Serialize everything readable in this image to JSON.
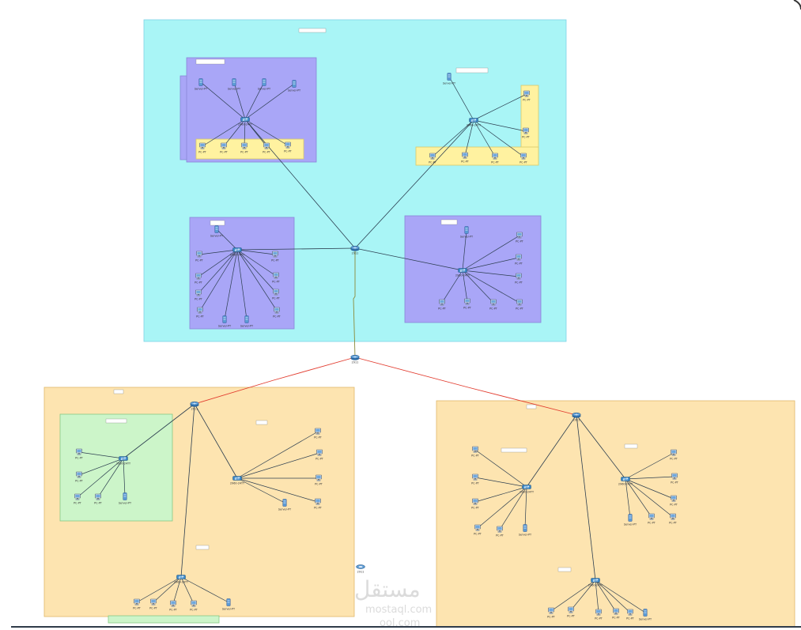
{
  "colors": {
    "campus": "#a9f5f6",
    "building": "#a9a6f7",
    "department": "#fff2a0",
    "branch": "#fde4b0",
    "subnet": "#ccf5c9",
    "wan_link": "#e23b2e",
    "lan_link": "#2c3e50"
  },
  "zones": {
    "campus": {
      "label": ""
    },
    "b_topleft": {
      "label": ""
    },
    "b_topright": {
      "label": ""
    },
    "b_midleft": {
      "label": ""
    },
    "b_midright": {
      "label": ""
    },
    "branch_left": {
      "label": ""
    },
    "branch_left_sub": {
      "label": ""
    },
    "branch_right": {
      "label": ""
    }
  },
  "device_types": {
    "pc": "PC-PT",
    "server": "Server-PT",
    "switch": "2960-24TT",
    "router": "2911"
  },
  "icons": [
    "pc-icon",
    "server-icon",
    "switch-icon",
    "router-icon",
    "wireless-icon"
  ],
  "watermark": {
    "logo_text": "مستقل",
    "line1": "mostaql.com",
    "line2": "ool.com"
  }
}
